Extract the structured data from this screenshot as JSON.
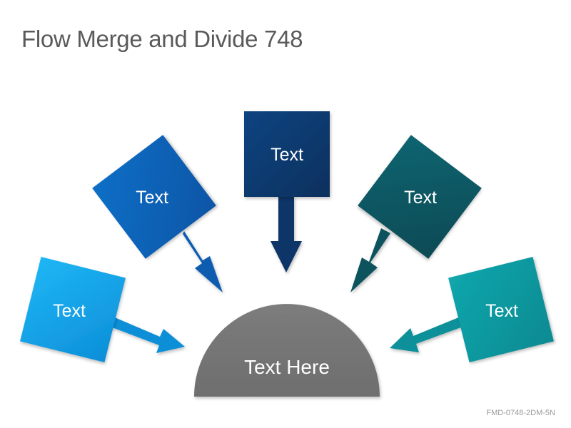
{
  "title": "Flow Merge and Divide 748",
  "footer_code": "FMD-0748-2DM-5N",
  "center": {
    "label": "Text Here",
    "color": "#777777"
  },
  "boxes": [
    {
      "label": "Text",
      "color": "#0ea5e9"
    },
    {
      "label": "Text",
      "color": "#0b63b8"
    },
    {
      "label": "Text",
      "color": "#0b3a6f"
    },
    {
      "label": "Text",
      "color": "#0b5a66"
    },
    {
      "label": "Text",
      "color": "#0a969c"
    }
  ]
}
